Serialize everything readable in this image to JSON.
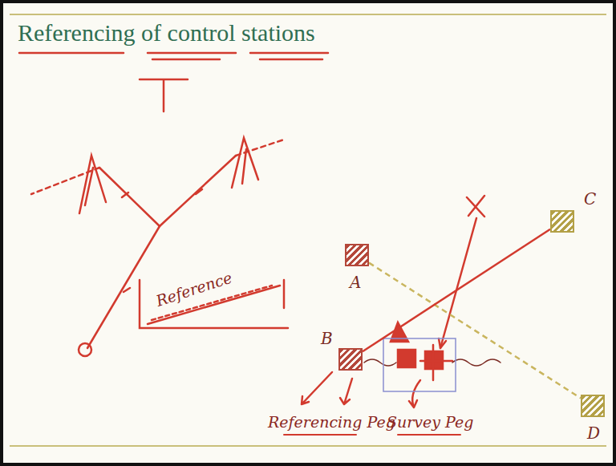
{
  "diagram": {
    "title": "Referencing of control stations",
    "nodes": [
      {
        "text": [
          "A"
        ]
      },
      {
        "text": [
          "C"
        ]
      },
      {
        "text": [
          "B"
        ]
      },
      {
        "text": [
          "D"
        ]
      }
    ],
    "edges": [
      {
        "from": 0,
        "to": 3,
        "arrow": "none"
      },
      {
        "from": 2,
        "to": 1,
        "arrow": "none"
      }
    ],
    "labels": [
      "Reference",
      "Referencing Peg",
      "Survey Peg"
    ]
  }
}
